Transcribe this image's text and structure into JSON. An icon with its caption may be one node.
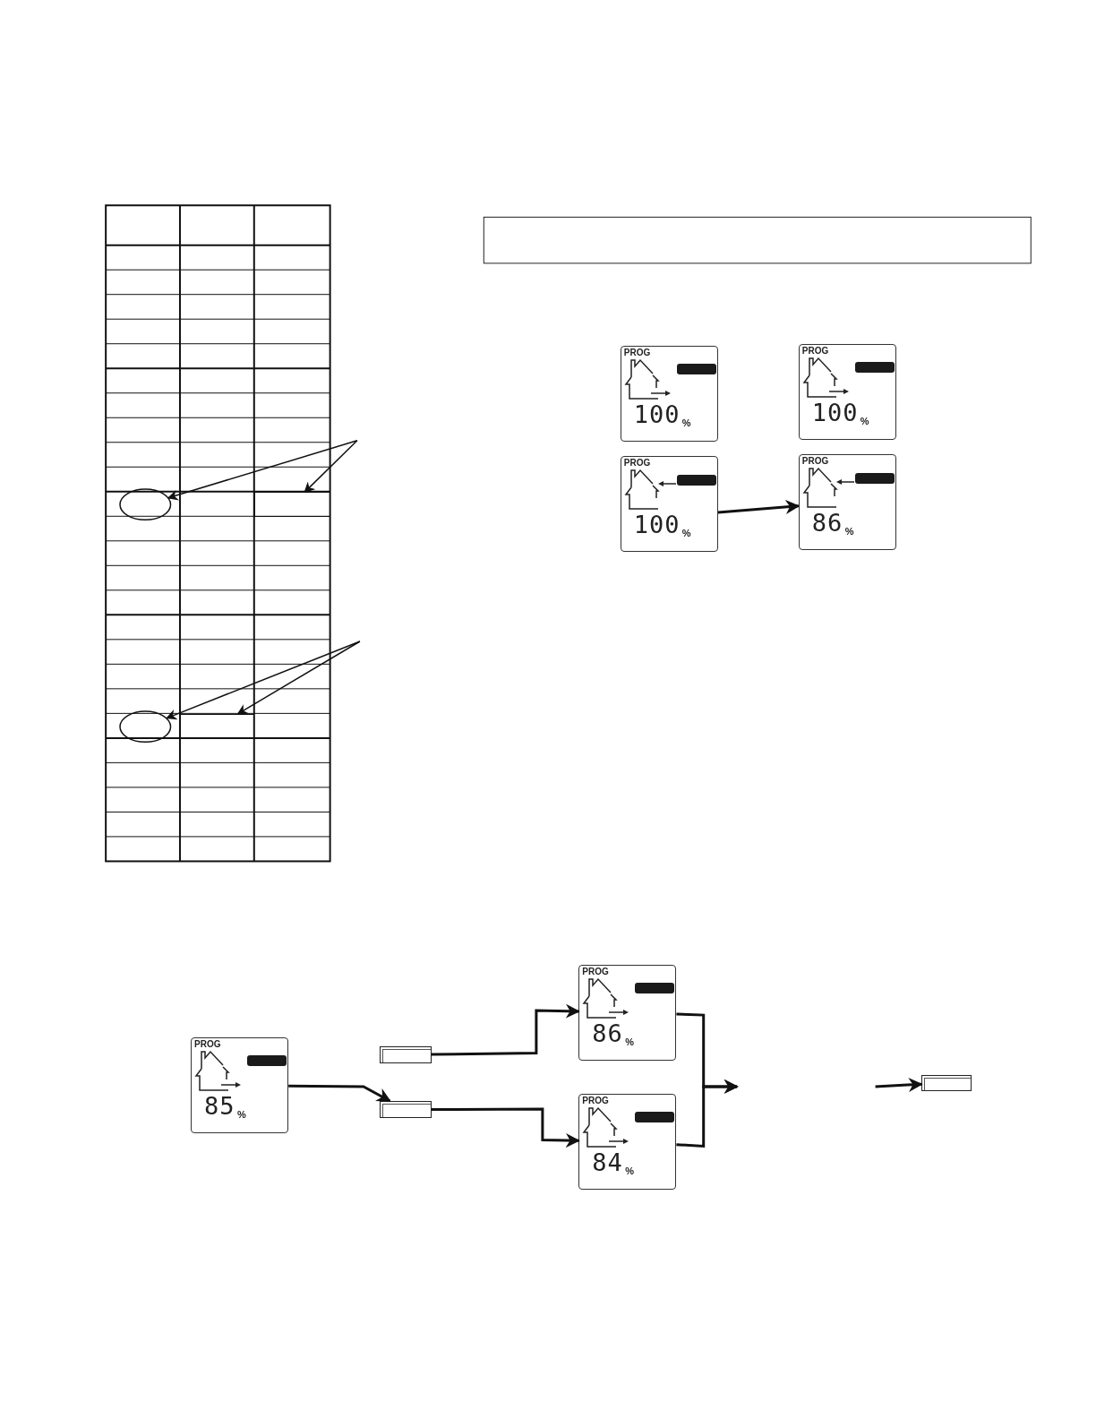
{
  "diagram": {
    "nodes": [
      {
        "text": [
          "PROG",
          "100",
          "%"
        ]
      },
      {
        "text": [
          "PROG",
          "100",
          "%"
        ]
      },
      {
        "text": [
          "PROG",
          "100",
          "%"
        ]
      },
      {
        "text": [
          "PROG",
          "86",
          "%"
        ]
      },
      {
        "text": [
          "PROG",
          "85",
          "%"
        ]
      },
      {
        "text": [],
        "shape": "box"
      },
      {
        "text": [],
        "shape": "box"
      },
      {
        "text": [
          "PROG",
          "86",
          "%"
        ]
      },
      {
        "text": [
          "PROG",
          "84",
          "%"
        ]
      },
      {
        "text": [],
        "shape": "box"
      },
      {
        "text": [],
        "shape": "ellipse"
      },
      {
        "text": [],
        "shape": "box"
      },
      {
        "text": [],
        "shape": "ellipse"
      },
      {
        "text": [],
        "shape": "box"
      }
    ],
    "edges": [
      {
        "from": 2,
        "to": 3,
        "arrow": "to"
      },
      {
        "from": 4,
        "to": 6,
        "arrow": "to"
      },
      {
        "from": 5,
        "to": 7,
        "arrow": "to"
      },
      {
        "from": 6,
        "to": 8,
        "arrow": "to"
      },
      {
        "from": 7,
        "to": null,
        "arrow": "to"
      },
      {
        "from": 8,
        "to": null,
        "arrow": "to"
      },
      {
        "from": null,
        "to": 9,
        "arrow": "to"
      },
      {
        "from": null,
        "to": 10,
        "arrow": "to"
      },
      {
        "from": null,
        "to": 11,
        "arrow": "to"
      },
      {
        "from": null,
        "to": 12,
        "arrow": "to"
      },
      {
        "from": null,
        "to": 13,
        "arrow": "to"
      }
    ]
  }
}
